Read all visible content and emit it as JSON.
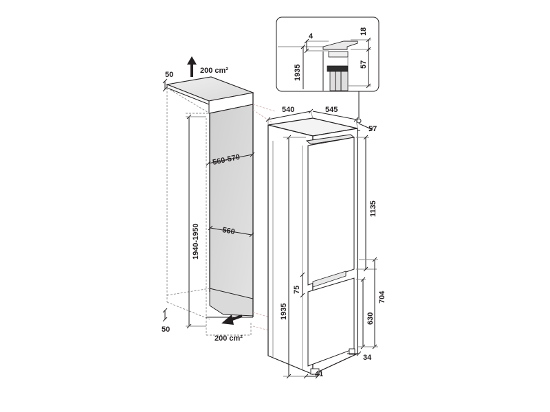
{
  "labels": {
    "top_gap": "50",
    "top_vent_area": "200 cm²",
    "niche_width": "560-570",
    "niche_height": "1940-1950",
    "niche_depth": "560",
    "bottom_gap": "50",
    "bottom_vent_area": "200 cm²",
    "appliance_depth": "540",
    "appliance_width": "545",
    "top_offset": "57",
    "fridge_door_height": "1135",
    "door_gap": "75",
    "appliance_height": "1935",
    "freezer_door_height": "630",
    "freezer_section_height": "704",
    "bottom_offset": "34",
    "foot_depth": "41",
    "detail_gap_4": "4",
    "detail_gap_18": "18",
    "detail_height_1935": "1935",
    "detail_57": "57"
  },
  "colors": {
    "line": "#231f20",
    "dashed": "#8a8a8a",
    "interior_fill": "#d4d4d4"
  }
}
